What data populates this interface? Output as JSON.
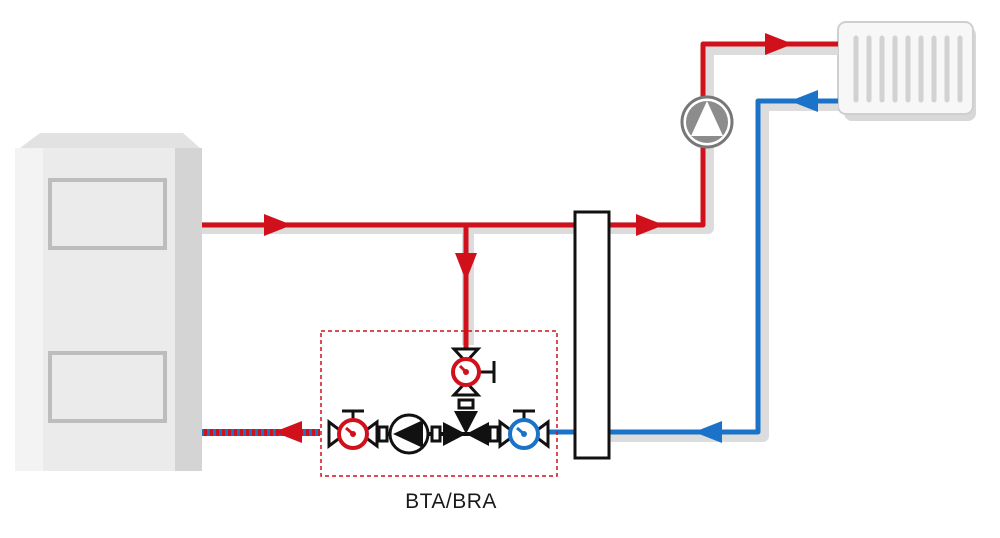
{
  "caption": "BTA/BRA",
  "colors": {
    "flow": "#d0111b",
    "return": "#1a73c9",
    "shadow": "#dcdcdc",
    "boiler": "#ececec",
    "outline": "#111111",
    "group_border": "#d0111b"
  },
  "components": [
    "boiler",
    "radiator",
    "circulation-pump",
    "buffer-tank",
    "mixing-valve-group",
    "thermometer-valve",
    "pump-symbol",
    "three-way-valve",
    "flow-arrow"
  ]
}
